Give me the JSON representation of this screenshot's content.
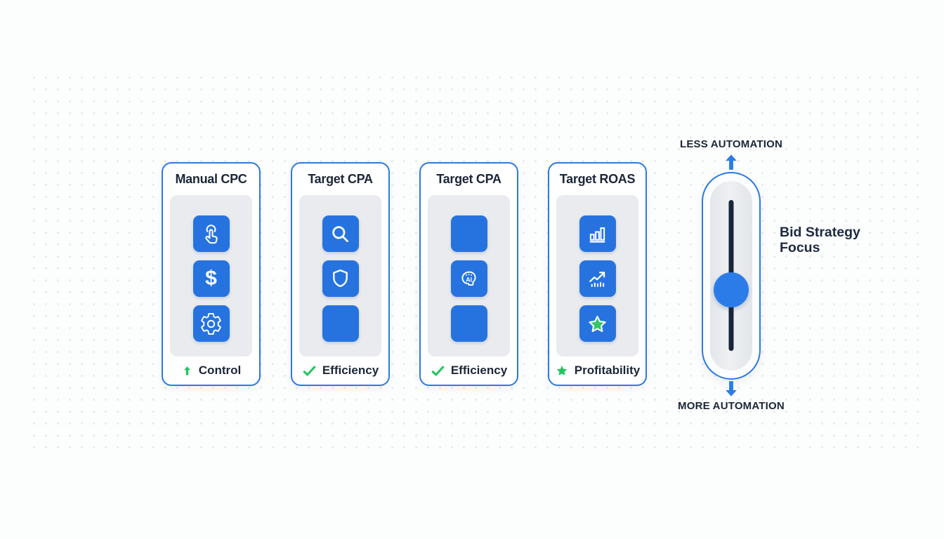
{
  "cards": [
    {
      "title": "Manual CPC",
      "tiles": [
        "tap-icon",
        "dollar-icon",
        "gear-icon"
      ],
      "footer": {
        "icon": "arrow-up-icon",
        "label": "Control"
      }
    },
    {
      "title": "Target CPA",
      "tiles": [
        "search-icon",
        "shield-icon",
        "blank-tile"
      ],
      "footer": {
        "icon": "check-icon",
        "label": "Efficiency"
      }
    },
    {
      "title": "Target CPA",
      "tiles": [
        "blank-tile",
        "ai-brain-icon",
        "blank-tile"
      ],
      "footer": {
        "icon": "check-icon",
        "label": "Efficiency"
      }
    },
    {
      "title": "Target ROAS",
      "tiles": [
        "bar-chart-icon",
        "trend-up-icon",
        "star-icon"
      ],
      "footer": {
        "icon": "star-icon",
        "label": "Profitability"
      }
    }
  ],
  "slider": {
    "top_label": "LESS AUTOMATION",
    "bottom_label": "MORE AUTOMATION",
    "side_label": "Bid Strategy Focus",
    "thumb_position_pct": 52
  },
  "glyphs": {
    "dollar": "$",
    "ai": "AI"
  },
  "colors": {
    "accent_blue": "#2b7ae3",
    "tile_blue": "#2673e0",
    "knob_blue": "#2b7ce8",
    "green": "#22c55e",
    "star_green": "#34c76a",
    "dark_text": "#1c2637",
    "panel_gray": "#e9ebee",
    "track_gray": "#e8eaec",
    "slider_line": "#192638",
    "background": "#fcfdfd",
    "dot_color": "#dfe4e8"
  }
}
